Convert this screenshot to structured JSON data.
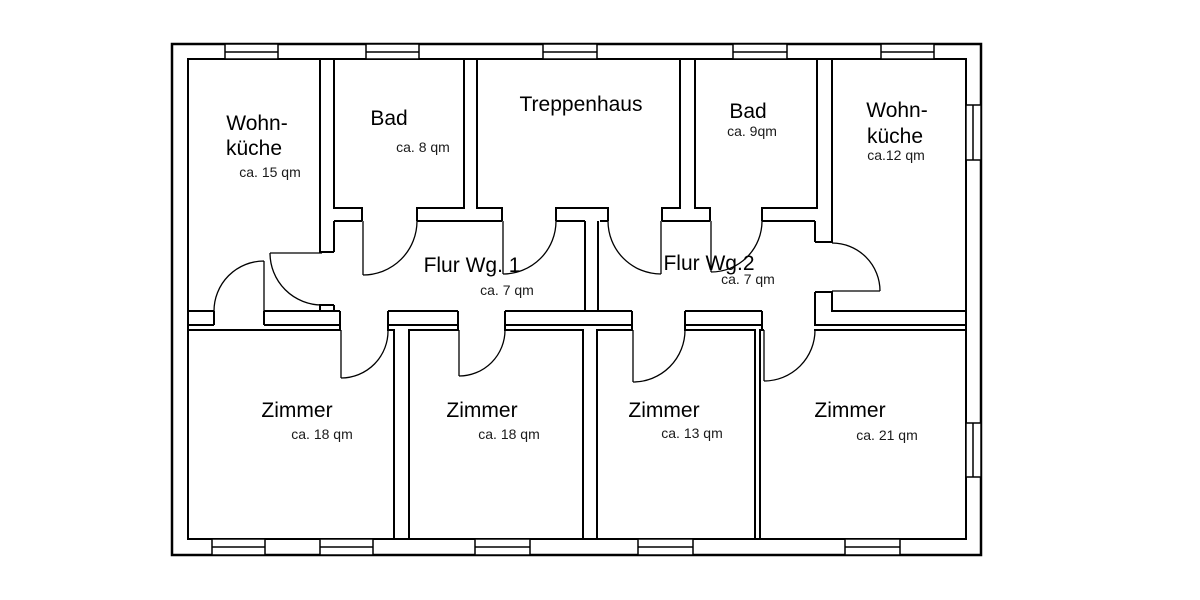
{
  "page": {
    "background": "#ffffff",
    "line_color": "#000000"
  },
  "rooms": [
    {
      "id": "wohnkueche-left",
      "line1": "Wohn-",
      "line2": "küche",
      "area": "ca. 15 qm"
    },
    {
      "id": "bad-left",
      "line1": "Bad",
      "area": "ca. 8 qm"
    },
    {
      "id": "treppenhaus",
      "line1": "Treppenhaus"
    },
    {
      "id": "bad-right",
      "line1": "Bad",
      "area": "ca. 9qm"
    },
    {
      "id": "wohnkueche-right",
      "line1": "Wohn-",
      "line2": "küche",
      "area": "ca.12 qm"
    },
    {
      "id": "flur-wg-1",
      "line1": "Flur Wg. 1",
      "area": "ca. 7 qm"
    },
    {
      "id": "flur-wg-2",
      "line1": "Flur Wg.2",
      "area": "ca. 7 qm"
    },
    {
      "id": "zimmer-1",
      "line1": "Zimmer",
      "area": "ca. 18 qm"
    },
    {
      "id": "zimmer-2",
      "line1": "Zimmer",
      "area": "ca. 18 qm"
    },
    {
      "id": "zimmer-3",
      "line1": "Zimmer",
      "area": "ca. 13 qm"
    },
    {
      "id": "zimmer-4",
      "line1": "Zimmer",
      "area": "ca. 21 qm"
    }
  ]
}
